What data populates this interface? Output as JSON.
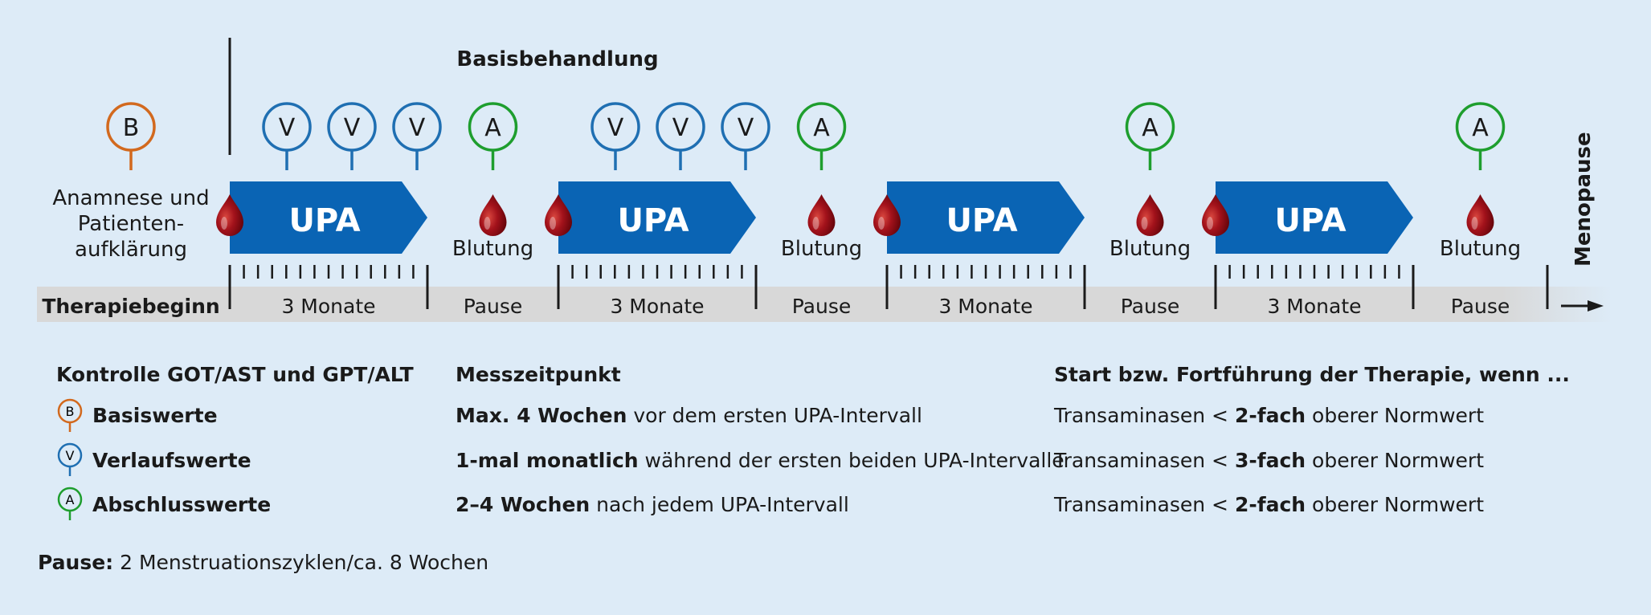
{
  "title": "Basisbehandlung",
  "menopause_label": "Menopause",
  "pre_label": {
    "badge": "B",
    "lines": [
      "Anamnese und",
      "Patienten-",
      "aufklärung"
    ]
  },
  "timeline": {
    "start_label": "Therapiebeginn",
    "segments": [
      {
        "type": "upa",
        "label": "3 Monate",
        "arrow": "UPA",
        "checks": [
          "V",
          "V",
          "V"
        ]
      },
      {
        "type": "pause",
        "label": "Pause",
        "bleed": "Blutung",
        "check": "A"
      },
      {
        "type": "upa",
        "label": "3 Monate",
        "arrow": "UPA",
        "checks": [
          "V",
          "V",
          "V"
        ]
      },
      {
        "type": "pause",
        "label": "Pause",
        "bleed": "Blutung",
        "check": "A"
      },
      {
        "type": "upa",
        "label": "3 Monate",
        "arrow": "UPA",
        "checks": []
      },
      {
        "type": "pause",
        "label": "Pause",
        "bleed": "Blutung",
        "check": "A"
      },
      {
        "type": "upa",
        "label": "3 Monate",
        "arrow": "UPA",
        "checks": []
      },
      {
        "type": "pause",
        "label": "Pause",
        "bleed": "Blutung",
        "check": "A"
      }
    ]
  },
  "legend": {
    "col1_header": "Kontrolle GOT/AST und GPT/ALT",
    "col2_header": "Messzeitpunkt",
    "col3_header": "Start bzw. Fortführung der Therapie, wenn ...",
    "rows": [
      {
        "badge": "B",
        "color": "#d2691e",
        "name": "Basiswerte",
        "time_bold": "Max. 4 Wochen",
        "time_rest": " vor dem ersten UPA-Intervall",
        "cond_pre": "Transaminasen < ",
        "cond_bold": "2-fach",
        "cond_post": " oberer Normwert"
      },
      {
        "badge": "V",
        "color": "#1f6fb2",
        "name": "Verlaufswerte",
        "time_bold": "1-mal monatlich",
        "time_rest": " während der ersten beiden UPA-Intervalle",
        "cond_pre": "Transaminasen < ",
        "cond_bold": "3-fach",
        "cond_post": " oberer Normwert"
      },
      {
        "badge": "A",
        "color": "#1e9e2e",
        "name": "Abschlusswerte",
        "time_bold": "2–4 Wochen",
        "time_rest": " nach jedem UPA-Intervall",
        "cond_pre": "Transaminasen < ",
        "cond_bold": "2-fach",
        "cond_post": " oberer Normwert"
      }
    ]
  },
  "footnote": {
    "bold": "Pause:",
    "rest": " 2 Menstruationszyklen/ca. 8 Wochen"
  },
  "colors": {
    "background": "#ddebf7",
    "arrow_blue": "#0a64b4",
    "badge_B": "#d2691e",
    "badge_V": "#1f6fb2",
    "badge_A": "#1e9e2e",
    "blood": "#8b0a14",
    "timeline_bar": "#d8d8d8"
  }
}
